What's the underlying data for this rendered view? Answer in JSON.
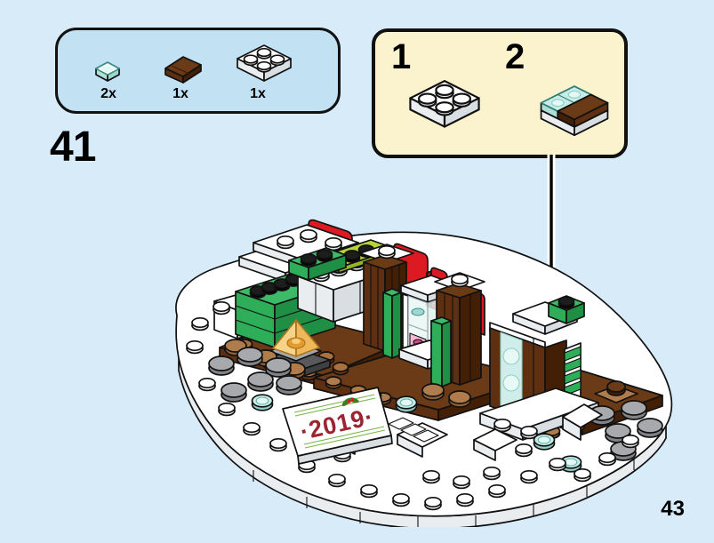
{
  "page": {
    "step_number": "41",
    "page_number": "43"
  },
  "parts_callout": {
    "items": [
      {
        "count": "2x",
        "part": "trans-light-blue-1x1-tile-icon"
      },
      {
        "count": "1x",
        "part": "reddish-brown-1x2-tile-icon"
      },
      {
        "count": "1x",
        "part": "white-2x2-plate-icon"
      }
    ]
  },
  "subassembly": {
    "steps": [
      {
        "label": "1",
        "part": "white-2x2-plate-icon"
      },
      {
        "label": "2",
        "part": "plate-with-trans-tiles-and-brown-tile-icon"
      }
    ]
  },
  "model": {
    "sign_text": "·2019·"
  },
  "colors": {
    "page_bg": "#D7EBF9",
    "callout_bg": "#C2E1F3",
    "panel_bg": "#FBF3CD",
    "outline": "#111111",
    "red": "#DD1A21",
    "red_dark": "#A8121A",
    "green": "#2FAE5A",
    "green_dark": "#1F8F45",
    "green_light": "#3DBA68",
    "lime": "#B5D43A",
    "lime_dark": "#96B424",
    "brown": "#5E2F11",
    "brown_dark": "#431F06",
    "brown_mid": "#6B3A16",
    "tan": "#B07C4C",
    "tan_dark": "#8D5F36",
    "gray": "#A7A9AC",
    "gray_dark": "#808285",
    "dark_gray": "#58595B",
    "white_shade": "#E9EDF0",
    "white_dark": "#D9DEE2",
    "trans_blue": "#C9ECE7",
    "trans_blue_light": "#E3F7F4",
    "trans_orange": "#EFB85A",
    "trans_orange_light": "#F6D388",
    "pink": "#F6B8D5",
    "magenta": "#D6458B",
    "sign_red": "#9B2430",
    "sign_green": "#7AB648"
  }
}
